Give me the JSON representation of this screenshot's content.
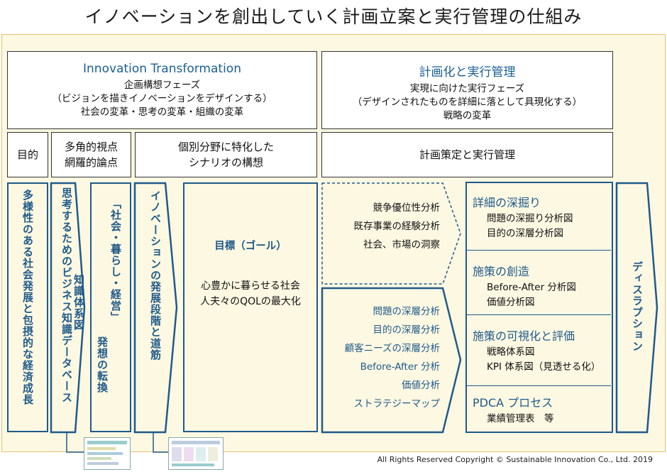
{
  "title": "イノベーションを創出していく計画立案と実行管理の仕組み",
  "left_header": {
    "title": "Innovation Transformation",
    "lines": [
      "企画構想フェーズ",
      "（ビジョンを描きイノベーションをデザインする）",
      "社会の変革・思考の変革・組織の変革"
    ]
  },
  "right_header": {
    "title": "計画化と実行管理",
    "lines": [
      "実現に向けた実行フェーズ",
      "（デザインされたものを詳細に落として具現化する）",
      "戦略の変革"
    ]
  },
  "subheaders": {
    "purpose": "目的",
    "perspective_1": "多角的視点",
    "perspective_2": "網羅的論点",
    "scenario_1": "個別分野に特化した",
    "scenario_2": "シナリオの構想",
    "planning": "計画策定と実行管理"
  },
  "columns": {
    "growth": "多様性のある社会発展と包摂的な経済成長",
    "knowledge_1": "思考するためのビジネス知識データベース",
    "knowledge_2": "知識体系図",
    "society_1": "「社会・暮らし・経営」",
    "society_2": "発想の転換",
    "innovation": "イノベーションの発展段階と道筋",
    "disruption": "ディスラプション"
  },
  "goal": {
    "title": "目標（ゴール）",
    "lines": [
      "心豊かに暮らせる社会",
      "人夫々のQOLの最大化"
    ]
  },
  "analysis_top": [
    "競争優位性分析",
    "既存事業の経験分析",
    "社会、市場の洞察"
  ],
  "analysis_bottom": [
    "問題の深層分析",
    "目的の深層分析",
    "顧客ニーズの深層分析",
    "Before-After 分析",
    "価値分析",
    "ストラテジーマップ"
  ],
  "sections": [
    {
      "title": "詳細の深掘り",
      "lines": [
        "問題の深掘り分析図",
        "目的の深層分析図"
      ]
    },
    {
      "title": "施策の創造",
      "lines": [
        "Before-After 分析図",
        "価値分析図"
      ]
    },
    {
      "title": "施策の可視化と評価",
      "lines": [
        "戦略体系図",
        "KPI 体系図（見透せる化）"
      ]
    },
    {
      "title": "PDCA プロセス",
      "lines": [
        "業績管理表　等"
      ]
    }
  ],
  "copyright": "All Rights Reserved  Copyright © Sustainable Innovation  Co., Ltd.  2019",
  "colors": {
    "accent": "#1f5a8a",
    "background": "#fdf8e2",
    "frame": "#e8c070"
  }
}
